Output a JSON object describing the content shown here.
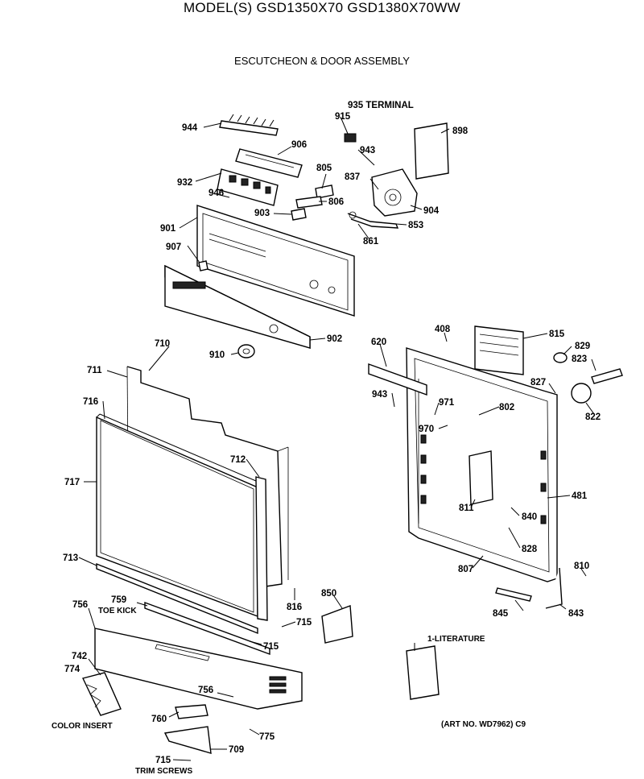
{
  "header": {
    "title": "MODEL(S) GSD1350X70  GSD1380X70WW",
    "subtitle": "ESCUTCHEON & DOOR ASSEMBLY"
  },
  "callouts": {
    "c935": "935 TERMINAL",
    "c915": "915",
    "c898": "898",
    "c944": "944",
    "c906": "906",
    "c943a": "943",
    "c932": "932",
    "c805": "805",
    "c837": "837",
    "c946": "946",
    "c806": "806",
    "c903": "903",
    "c904": "904",
    "c901": "901",
    "c853": "853",
    "c861": "861",
    "c907": "907",
    "c902": "902",
    "c408": "408",
    "c815": "815",
    "c829": "829",
    "c823": "823",
    "c910": "910",
    "c620": "620",
    "c710": "710",
    "c711": "711",
    "c827": "827",
    "c943b": "943",
    "c971": "971",
    "c802": "802",
    "c822": "822",
    "c716": "716",
    "c970": "970",
    "c712": "712",
    "c717": "717",
    "c481": "481",
    "c811": "811",
    "c840": "840",
    "c828": "828",
    "c713": "713",
    "c807": "807",
    "c810": "810",
    "c816": "816",
    "c850": "850",
    "c756a": "756",
    "c759": "759",
    "toe_kick": "TOE KICK",
    "c715a": "715",
    "c845": "845",
    "c843": "843",
    "c715b": "715",
    "literature": "1-LITERATURE",
    "c742": "742",
    "c774": "774",
    "c756b": "756",
    "c760": "760",
    "color_insert": "COLOR INSERT",
    "c775": "775",
    "art_no": "(ART NO. WD7962)  C9",
    "c709": "709",
    "c715c": "715",
    "trim_screws": "TRIM SCREWS"
  }
}
